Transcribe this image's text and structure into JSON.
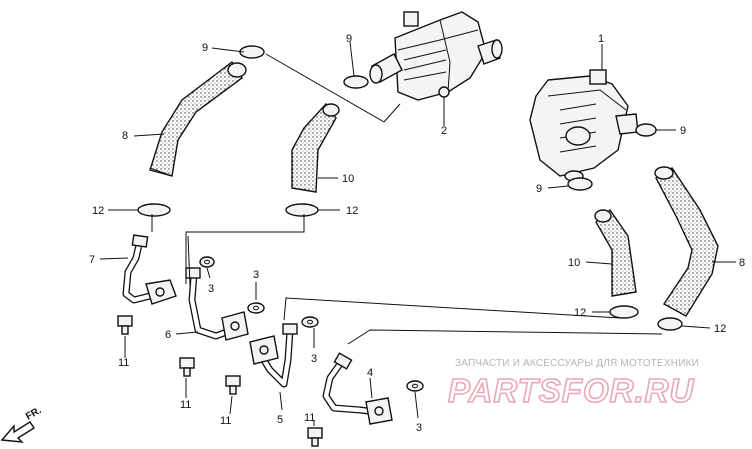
{
  "callouts": {
    "c1": "1",
    "c2": "2",
    "c3a": "3",
    "c3b": "3",
    "c3c": "3",
    "c3d": "3",
    "c4": "4",
    "c5": "5",
    "c6": "6",
    "c7": "7",
    "c8a": "8",
    "c8b": "8",
    "c9a": "9",
    "c9b": "9",
    "c9c": "9",
    "c9d": "9",
    "c10a": "10",
    "c10b": "10",
    "c11a": "11",
    "c11b": "11",
    "c11c": "11",
    "c11d": "11",
    "c12a": "12",
    "c12b": "12",
    "c12c": "12",
    "c12d": "12"
  },
  "watermark": {
    "top_text": "ЗАПЧАСТИ И АКСЕССУАРЫ ДЛЯ МОТОТЕХНИКИ",
    "logo_text": "PARTSFOR.RU"
  },
  "direction": {
    "label": "FR."
  }
}
